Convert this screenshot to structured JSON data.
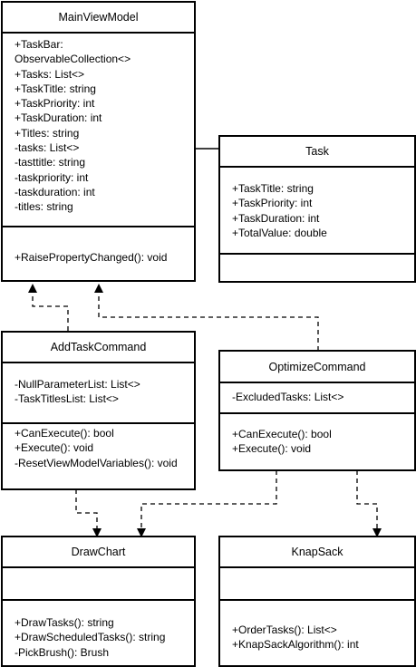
{
  "classes": {
    "main_view_model": {
      "name": "MainViewModel",
      "attributes": [
        "+TaskBar: ObservableCollection<>",
        "+Tasks: List<>",
        "+TaskTitle: string",
        "+TaskPriority: int",
        "+TaskDuration: int",
        "+Titles: string",
        "-tasks: List<>",
        "-tasttitle: string",
        "-taskpriority: int",
        "-taskduration: int",
        "-titles: string"
      ],
      "methods": [
        "+RaisePropertyChanged(): void"
      ]
    },
    "task": {
      "name": "Task",
      "attributes": [
        "+TaskTitle: string",
        "+TaskPriority: int",
        "+TaskDuration: int",
        "+TotalValue: double"
      ],
      "methods": []
    },
    "add_task_command": {
      "name": "AddTaskCommand",
      "attributes": [
        "-NullParameterList: List<>",
        "-TaskTitlesList: List<>"
      ],
      "methods": [
        "+CanExecute(): bool",
        "+Execute(): void",
        "-ResetViewModelVariables(): void"
      ]
    },
    "optimize_command": {
      "name": "OptimizeCommand",
      "attributes": [
        "-ExcludedTasks: List<>"
      ],
      "methods": [
        "+CanExecute(): bool",
        "+Execute(): void"
      ]
    },
    "draw_chart": {
      "name": "DrawChart",
      "attributes": [],
      "methods": [
        "+DrawTasks(): string",
        "+DrawScheduledTasks(): string",
        "-PickBrush(): Brush"
      ]
    },
    "knap_sack": {
      "name": "KnapSack",
      "attributes": [],
      "methods": [
        "+OrderTasks(): List<>",
        "+KnapSackAlgorithm(): int"
      ]
    }
  }
}
